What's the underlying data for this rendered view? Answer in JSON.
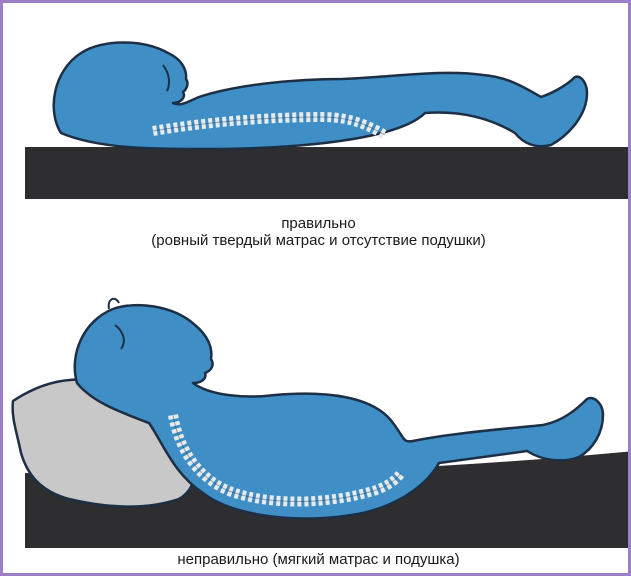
{
  "colors": {
    "frame_border": "#9b7fc8",
    "body_fill": "#3f8fc6",
    "outline": "#1c2f44",
    "spine": "#e6ebee",
    "mattress": "#2e2e30",
    "pillow": "#c8c8c8"
  },
  "correct": {
    "title": "правильно",
    "detail": "(ровный твердый матрас и отсутствие подушки)"
  },
  "incorrect": {
    "caption": "неправильно (мягкий матрас и подушка)"
  }
}
